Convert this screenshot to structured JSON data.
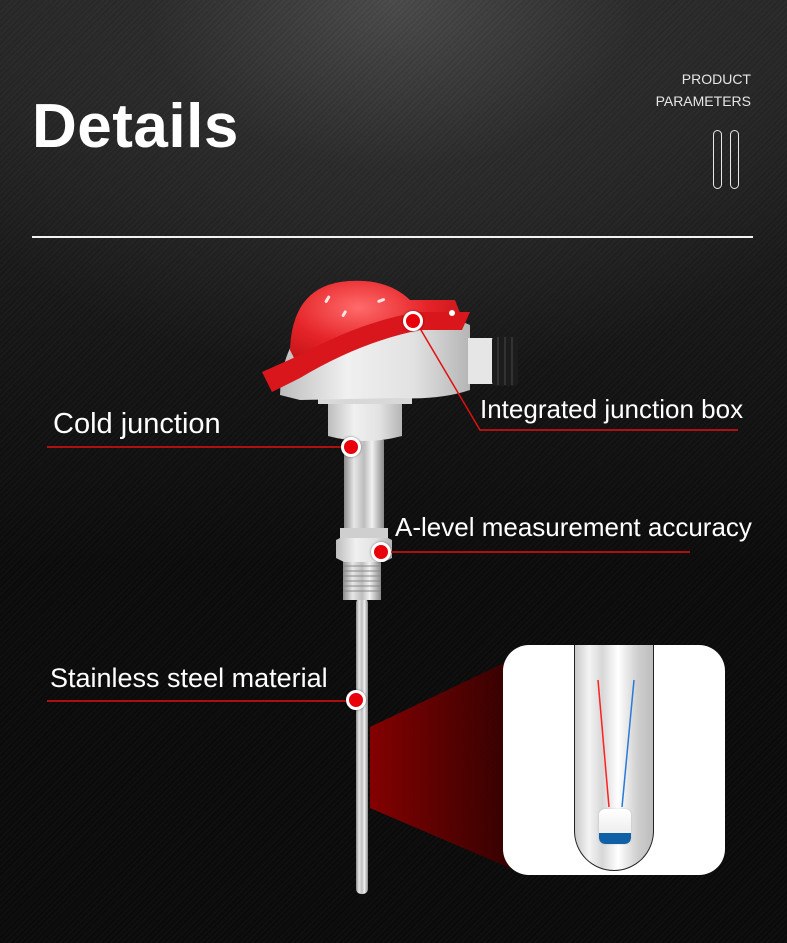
{
  "header": {
    "title": "Details",
    "subtitle_line1": "PRODUCT",
    "subtitle_line2": "PARAMETERS"
  },
  "callouts": [
    {
      "label": "Integrated junction box"
    },
    {
      "label": "Cold junction"
    },
    {
      "label": "A-level measurement accuracy"
    },
    {
      "label": "Stainless steel material"
    }
  ],
  "colors": {
    "accent_red": "#e8000b",
    "callout_line": "#e01010",
    "wire_red": "#ff2020",
    "wire_blue": "#2a7ad8",
    "sensor_blue": "#1060a8",
    "text": "#ffffff"
  },
  "product": {
    "name": "thermocouple-with-junction-box",
    "detail_view": "sensor-tip-cross-section"
  }
}
